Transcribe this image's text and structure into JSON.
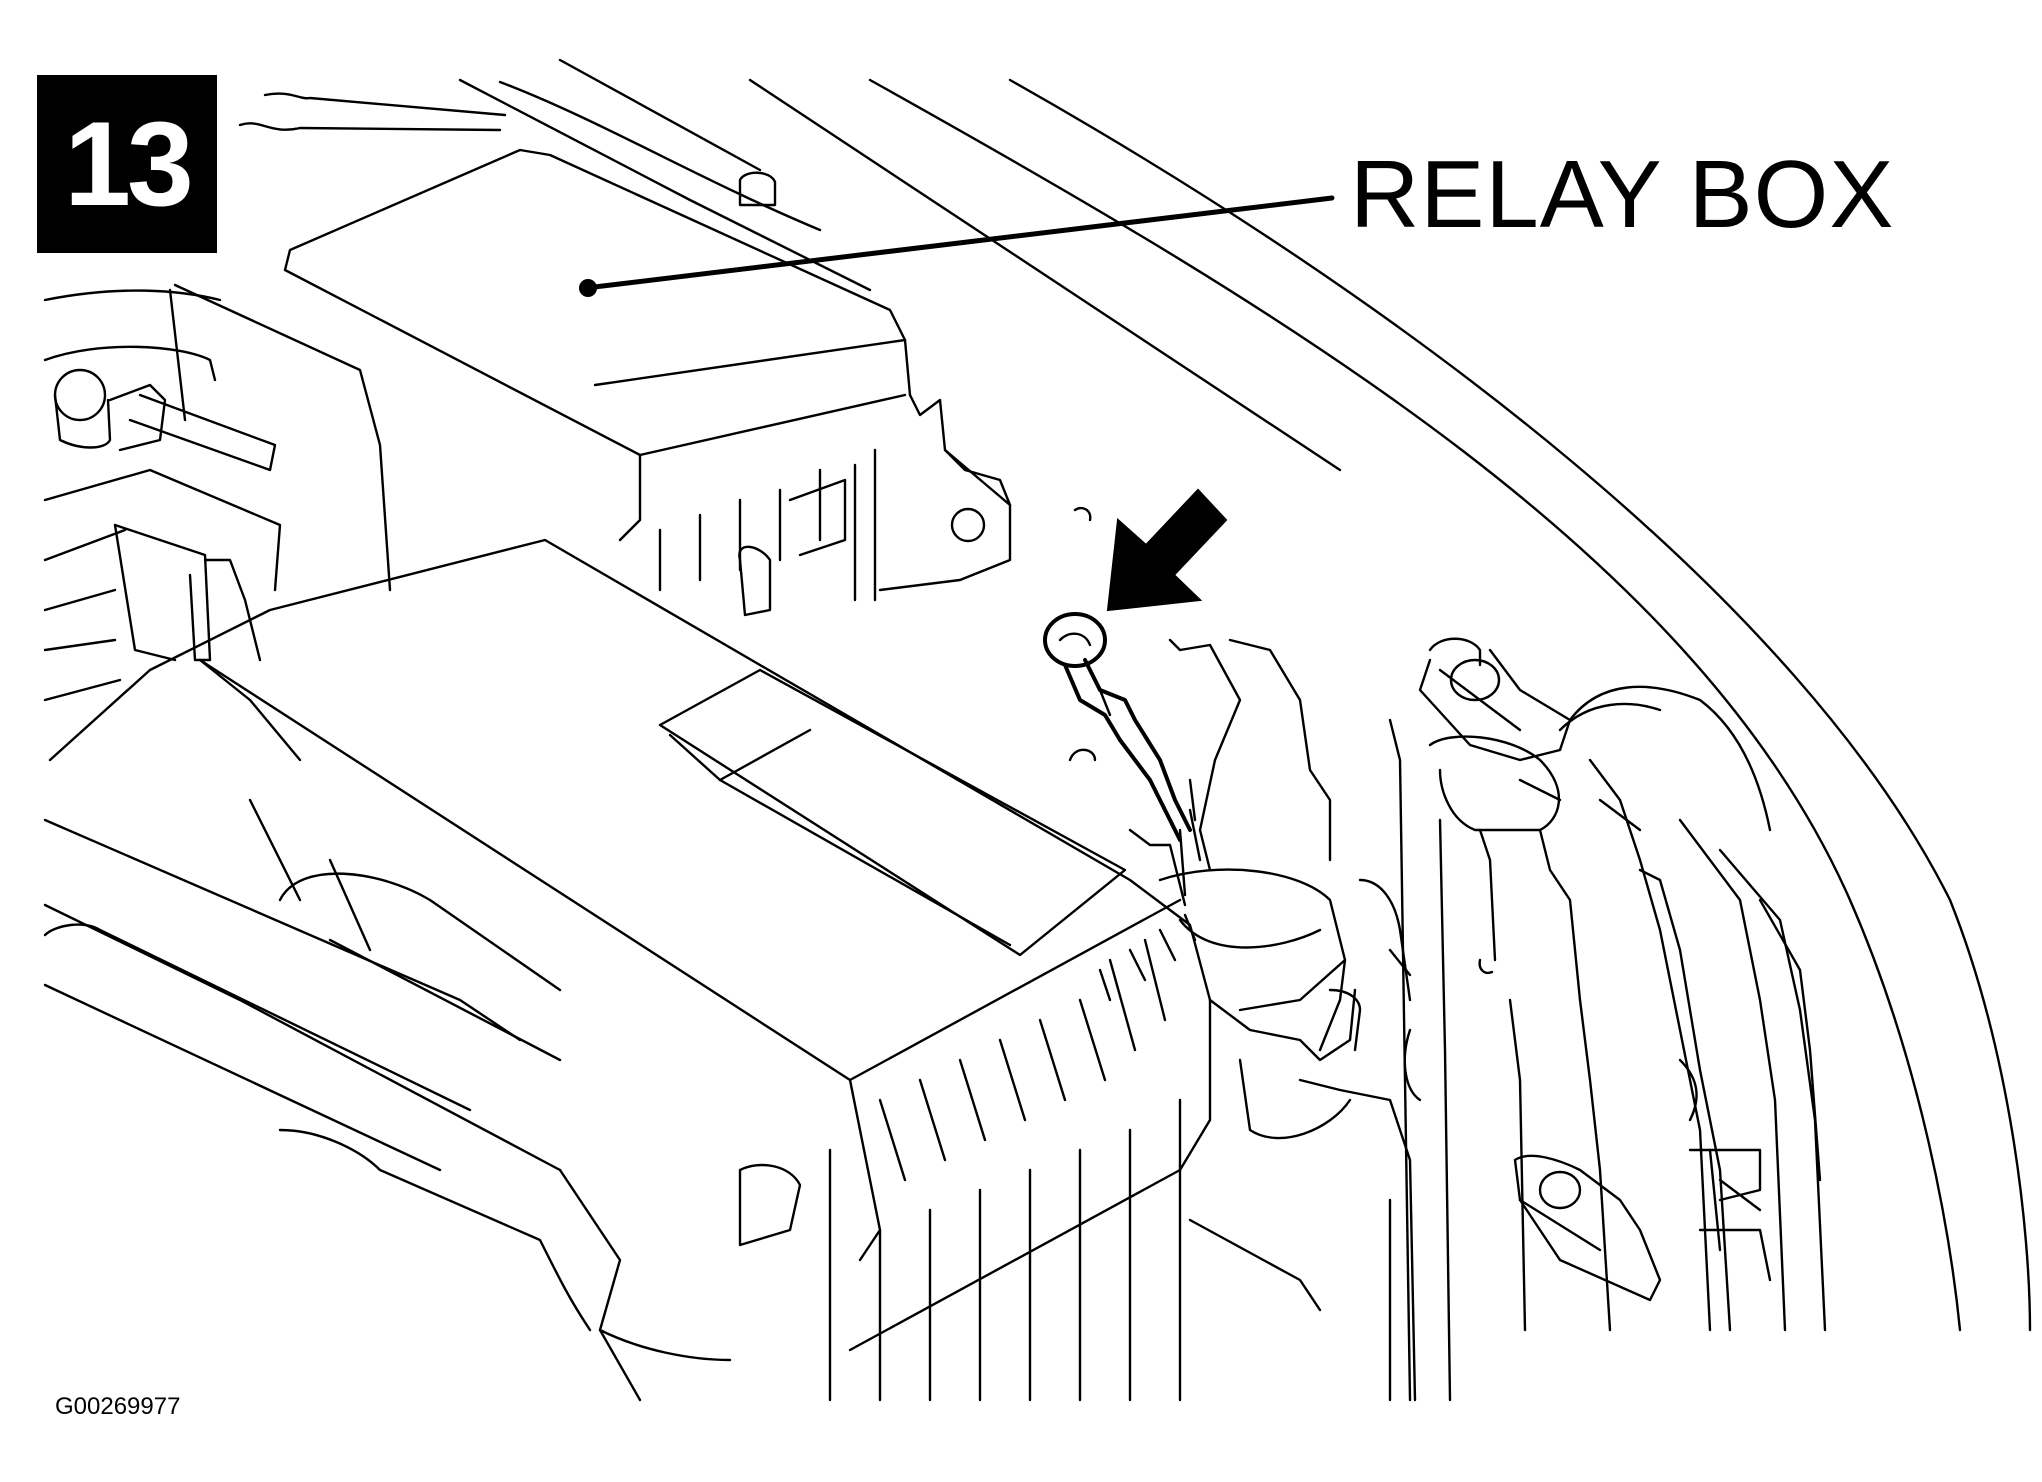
{
  "figure": {
    "step_number": "13",
    "callout_label": "RELAY BOX",
    "figure_id": "G00269977"
  },
  "icons": {
    "pointer": "arrow-down-left-icon"
  },
  "colors": {
    "ink": "#000000",
    "paper": "#ffffff"
  }
}
